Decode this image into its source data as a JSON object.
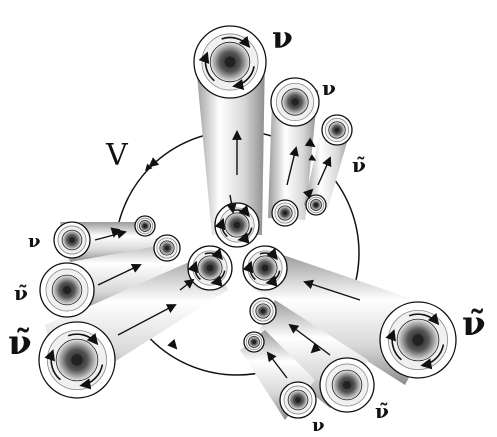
{
  "labels": {
    "big_v": "V",
    "nu": "ν",
    "nu_tilde": "ν̃"
  },
  "colors": {
    "tube_light": "#fafafa",
    "tube_mid": "#d6d6d6",
    "tube_dark": "#8a8a8a",
    "ink": "#111111"
  },
  "icons": {
    "vortex": "concentric-ring-with-rotation-arrows",
    "flow": "arrow"
  }
}
